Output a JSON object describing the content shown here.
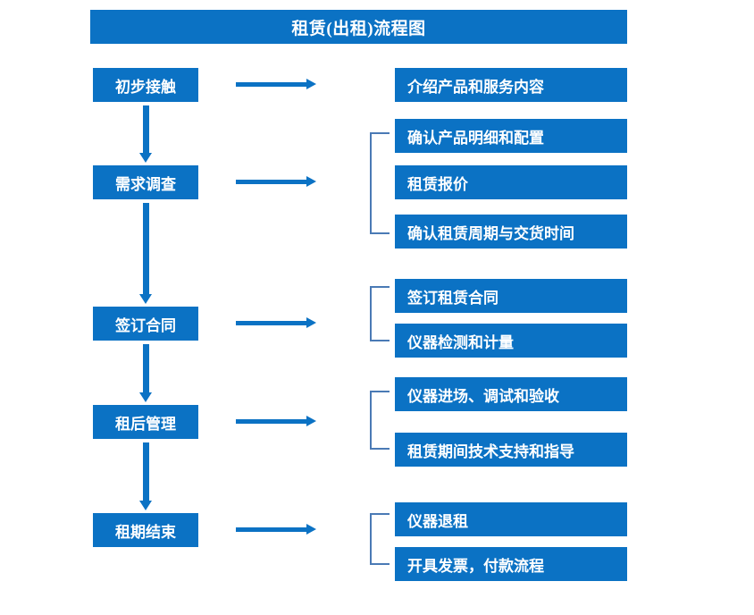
{
  "diagram": {
    "title": "租赁(出租)流程图",
    "accent_color": "#0b72c4",
    "bracket_color": "#4a7ab5",
    "text_color": "#ffffff",
    "background_color": "#ffffff"
  },
  "stages": [
    {
      "label": "初步接触"
    },
    {
      "label": "需求调查"
    },
    {
      "label": "签订合同"
    },
    {
      "label": "租后管理"
    },
    {
      "label": "租期结束"
    }
  ],
  "details": [
    {
      "label": "介绍产品和服务内容"
    },
    {
      "label": "确认产品明细和配置"
    },
    {
      "label": "租赁报价"
    },
    {
      "label": "确认租赁周期与交货时间"
    },
    {
      "label": "签订租赁合同"
    },
    {
      "label": "仪器检测和计量"
    },
    {
      "label": "仪器进场、调试和验收"
    },
    {
      "label": "租赁期间技术支持和指导"
    },
    {
      "label": "仪器退租"
    },
    {
      "label": "开具发票，付款流程"
    }
  ],
  "groups": [
    {
      "stage": "需求调查",
      "members": [
        "确认产品明细和配置",
        "租赁报价",
        "确认租赁周期与交货时间"
      ]
    },
    {
      "stage": "签订合同",
      "members": [
        "签订租赁合同",
        "仪器检测和计量"
      ]
    },
    {
      "stage": "租后管理",
      "members": [
        "仪器进场、调试和验收",
        "租赁期间技术支持和指导"
      ]
    },
    {
      "stage": "租期结束",
      "members": [
        "仪器退租",
        "开具发票，付款流程"
      ]
    }
  ],
  "flow": [
    {
      "from": "初步接触",
      "to": "需求调查"
    },
    {
      "from": "需求调查",
      "to": "签订合同"
    },
    {
      "from": "签订合同",
      "to": "租后管理"
    },
    {
      "from": "租后管理",
      "to": "租期结束"
    }
  ]
}
